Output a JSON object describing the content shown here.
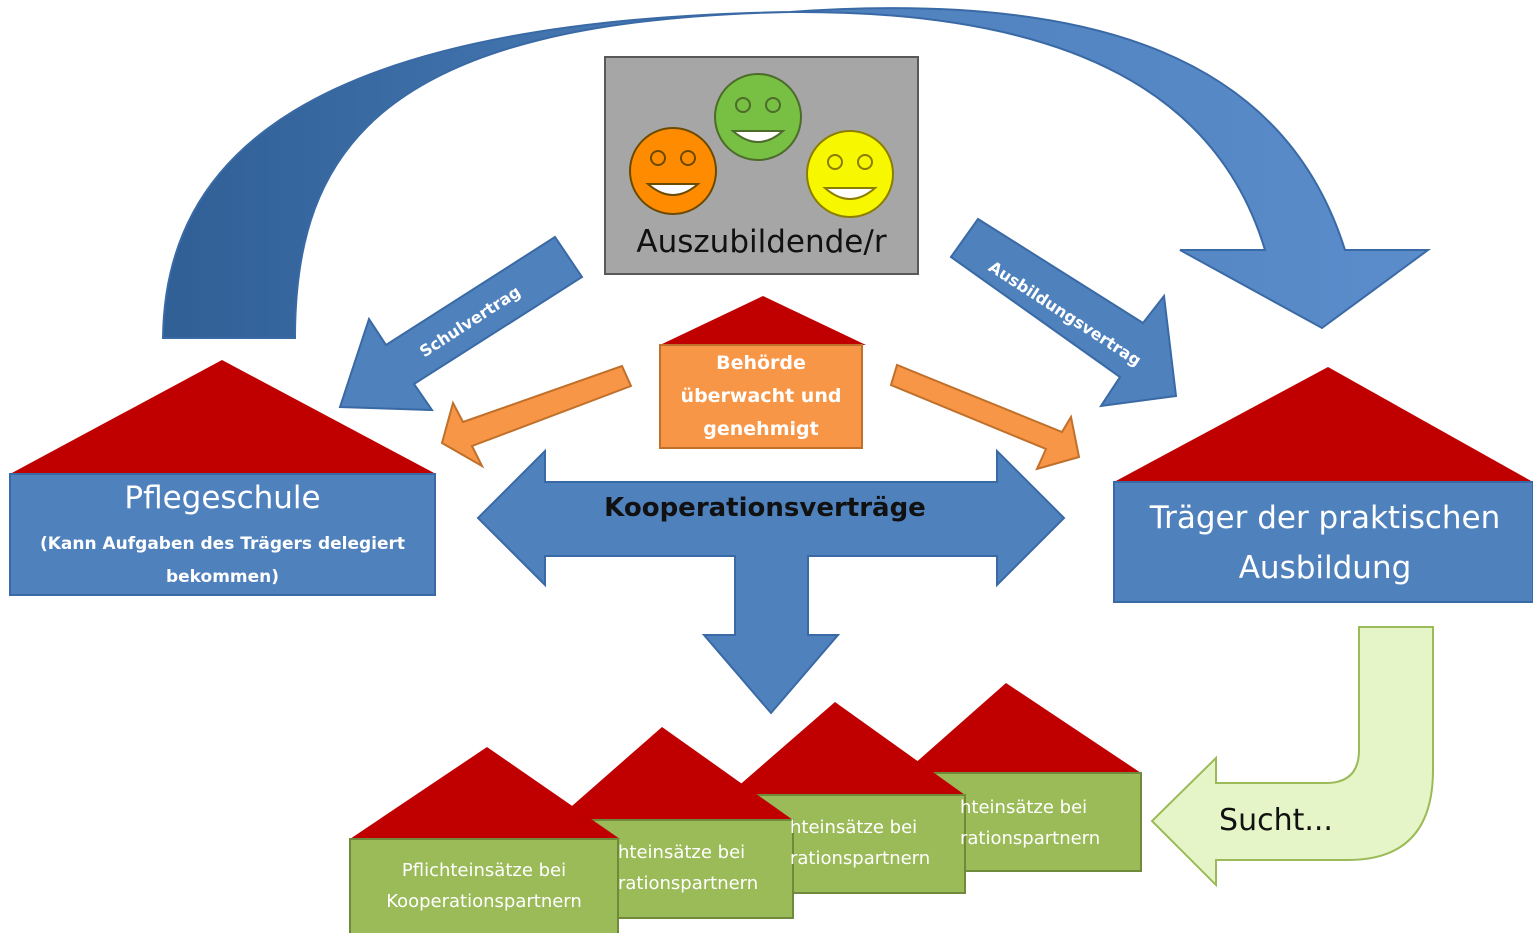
{
  "student": {
    "label": "Auszubildende/r"
  },
  "authority": {
    "label": "Behörde überwacht und genehmigt"
  },
  "school": {
    "title": "Pflegeschule",
    "subtitle": "(Kann Aufgaben des Trägers delegiert bekommen)"
  },
  "provider": {
    "title": "Träger der praktischen Ausbildung"
  },
  "arrows": {
    "school_contract": "Schulvertrag",
    "training_contract": "Ausbildungsvertrag",
    "cooperation": "Kooperationsverträge",
    "searches": "Sucht..."
  },
  "partners": {
    "front_label": "Pflichteinsätze bei Kooperationspartnern",
    "back_line1": "hteinsätze bei",
    "back_line2": "rationspartnern"
  },
  "colors": {
    "roof": "#c00000",
    "house_blue": "#4f81bd",
    "house_green": "#9bbb59",
    "authority_orange": "#f79646",
    "arrow_blue": "#4f81bd",
    "arrow_green": "#e6f5c8",
    "student_box": "#a6a6a6"
  }
}
